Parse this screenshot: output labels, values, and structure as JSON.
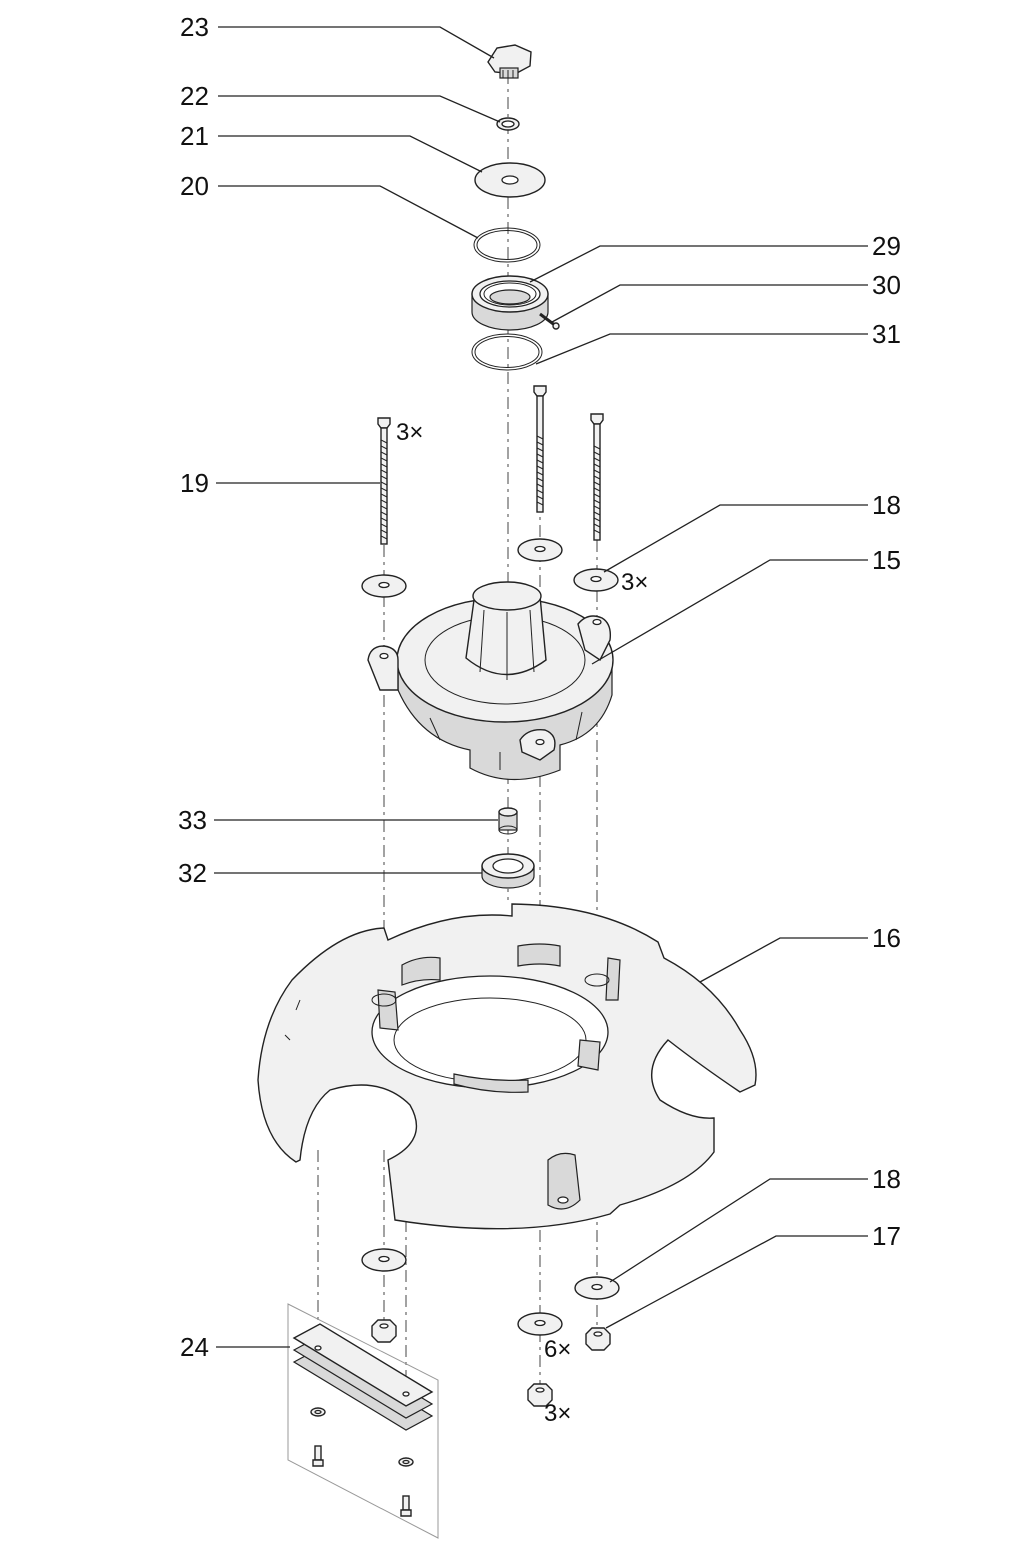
{
  "callouts": {
    "c23": "23",
    "c22": "22",
    "c21": "21",
    "c20": "20",
    "c29": "29",
    "c30": "30",
    "c31": "31",
    "c19": "19",
    "c18a": "18",
    "c15": "15",
    "c33": "33",
    "c32": "32",
    "c16": "16",
    "c18b": "18",
    "c17": "17",
    "c24": "24"
  },
  "quantities": {
    "q_bolt": "3×",
    "q_washer_top": "3×",
    "q_washer_bottom": "6×",
    "q_nut": "3×"
  }
}
